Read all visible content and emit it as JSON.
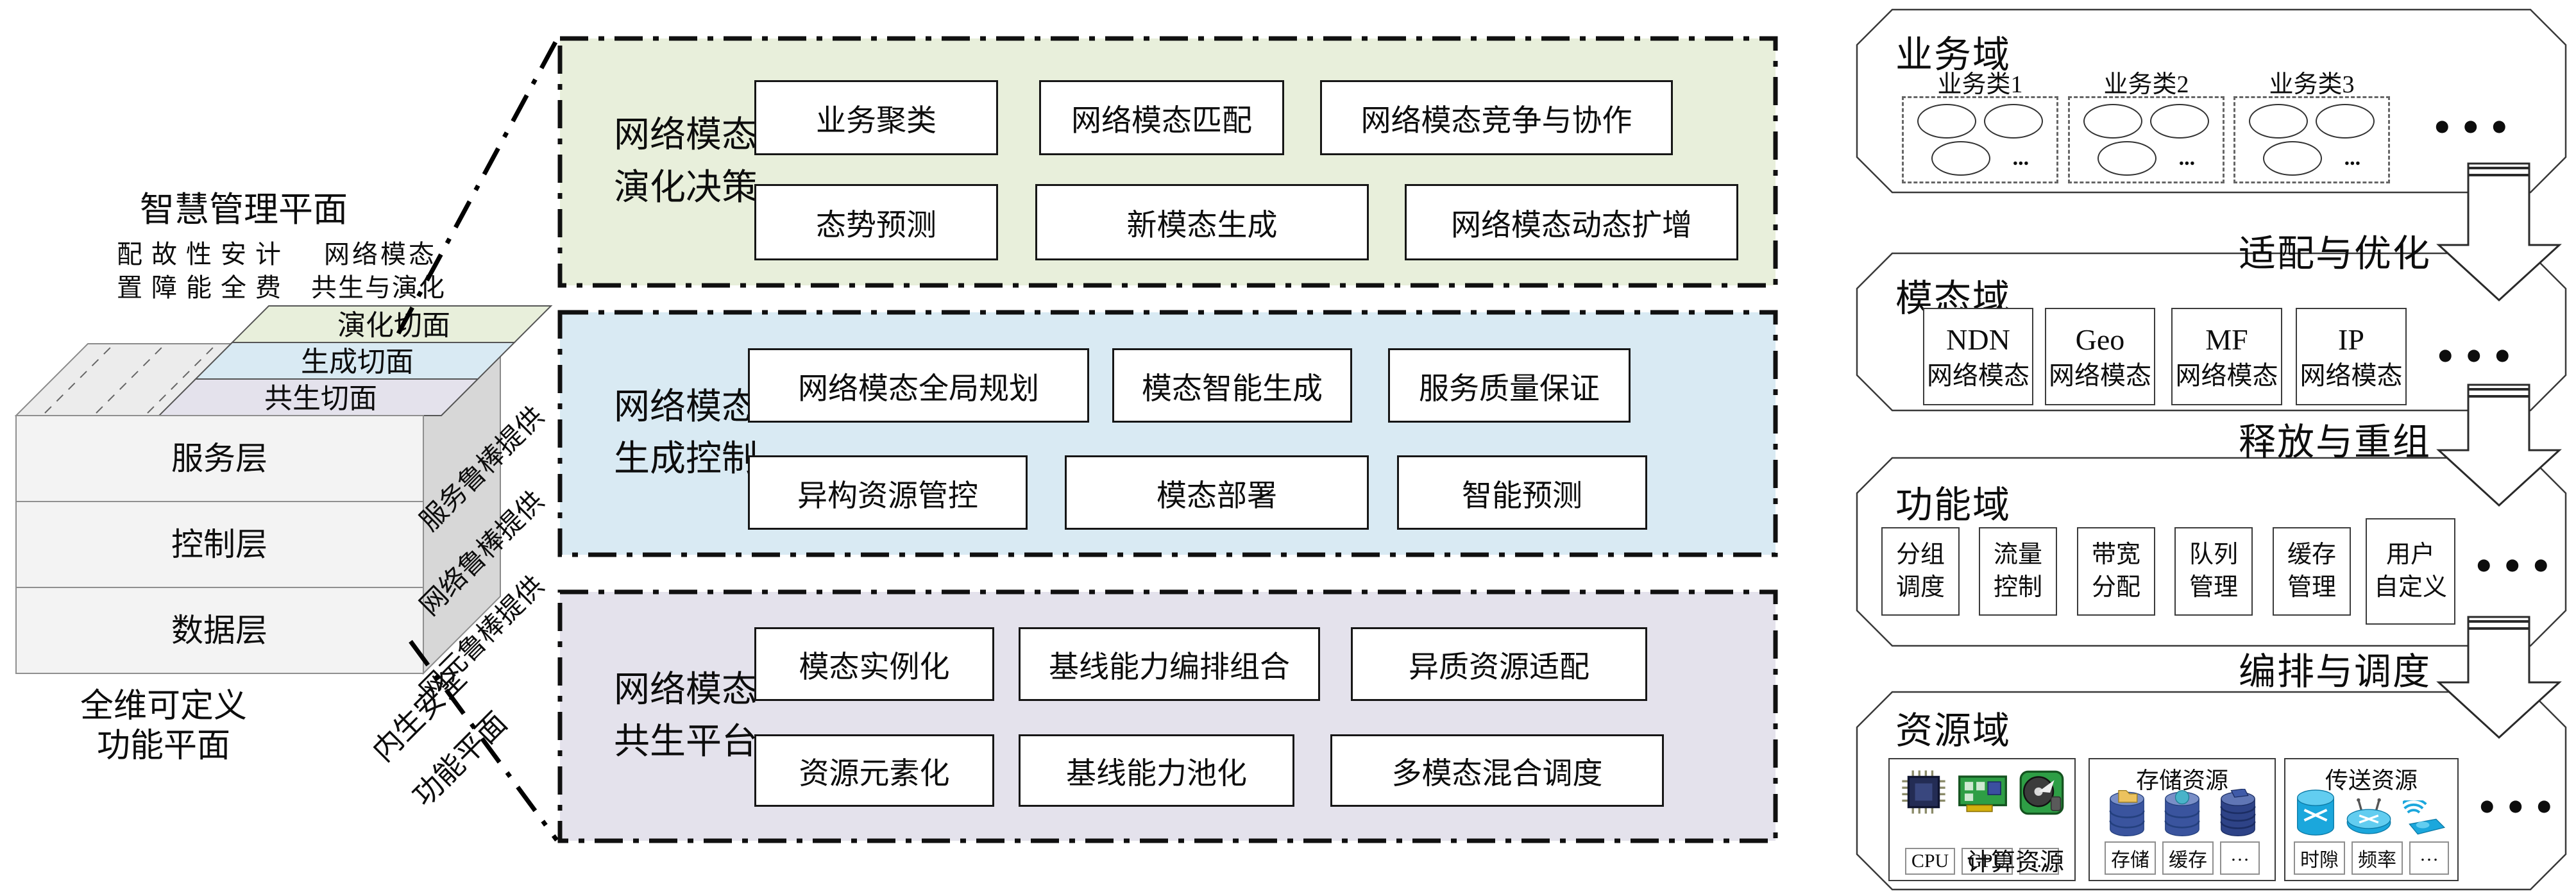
{
  "cube": {
    "management_plane_label": "智慧管理平面",
    "fcaps_line1": "配故性安计",
    "fcaps_line2": "置障能全费",
    "evolution_note_line1": "网络模态",
    "evolution_note_line2": "共生与演化",
    "slices": [
      {
        "label": "演化切面",
        "color": "#e8efdb"
      },
      {
        "label": "生成切面",
        "color": "#d9eaf3"
      },
      {
        "label": "共生切面",
        "color": "#e4e2ec"
      }
    ],
    "layers": [
      "服务层",
      "控制层",
      "数据层"
    ],
    "side_labels": [
      "服务鲁棒提供",
      "网络鲁棒提供",
      "网元鲁棒提供"
    ],
    "bottom_plane_line1": "全维可定义",
    "bottom_plane_line2": "功能平面",
    "security_plane_line1": "内生安全",
    "security_plane_line2": "功能平面"
  },
  "sections": [
    {
      "title_line1": "网络模态",
      "title_line2": "演化决策",
      "color": "#e8efdb",
      "rows": [
        [
          "业务聚类",
          "网络模态匹配",
          "网络模态竞争与协作"
        ],
        [
          "态势预测",
          "新模态生成",
          "网络模态动态扩增"
        ]
      ]
    },
    {
      "title_line1": "网络模态",
      "title_line2": "生成控制",
      "color": "#d9eaf3",
      "rows": [
        [
          "网络模态全局规划",
          "模态智能生成",
          "服务质量保证"
        ],
        [
          "异构资源管控",
          "模态部署",
          "智能预测"
        ]
      ]
    },
    {
      "title_line1": "网络模态",
      "title_line2": "共生平台",
      "color": "#e4e2ec",
      "rows": [
        [
          "模态实例化",
          "基线能力编排组合",
          "异质资源适配"
        ],
        [
          "资源元素化",
          "基线能力池化",
          "多模态混合调度"
        ]
      ]
    }
  ],
  "domains": {
    "business": {
      "title": "业务域",
      "classes": [
        "业务类1",
        "业务类2",
        "业务类3"
      ],
      "inner_ellipsis": "...",
      "dots": "•••"
    },
    "modality": {
      "title": "模态域",
      "dots": "•••",
      "items": [
        {
          "line1": "NDN",
          "line2": "网络模态"
        },
        {
          "line1": "Geo",
          "line2": "网络模态"
        },
        {
          "line1": "MF",
          "line2": "网络模态"
        },
        {
          "line1": "IP",
          "line2": "网络模态"
        }
      ]
    },
    "function": {
      "title": "功能域",
      "dots": "•••",
      "items": [
        {
          "line1": "分组",
          "line2": "调度"
        },
        {
          "line1": "流量",
          "line2": "控制"
        },
        {
          "line1": "带宽",
          "line2": "分配"
        },
        {
          "line1": "队列",
          "line2": "管理"
        },
        {
          "line1": "缓存",
          "line2": "管理"
        },
        {
          "line1": "用户",
          "line2": "自定义"
        }
      ]
    },
    "resource": {
      "title": "资源域",
      "dots": "•••",
      "compute": {
        "title": "计算资源",
        "tags": [
          "CPU",
          "GPU",
          "…"
        ]
      },
      "storage": {
        "title": "存储资源",
        "tags": [
          "存储",
          "缓存",
          "…"
        ]
      },
      "transport": {
        "title": "传送资源",
        "tags": [
          "时隙",
          "频率",
          "…"
        ]
      }
    }
  },
  "flow_arrows": [
    {
      "label": "适配与优化"
    },
    {
      "label": "释放与重组"
    },
    {
      "label": "编排与调度"
    }
  ]
}
